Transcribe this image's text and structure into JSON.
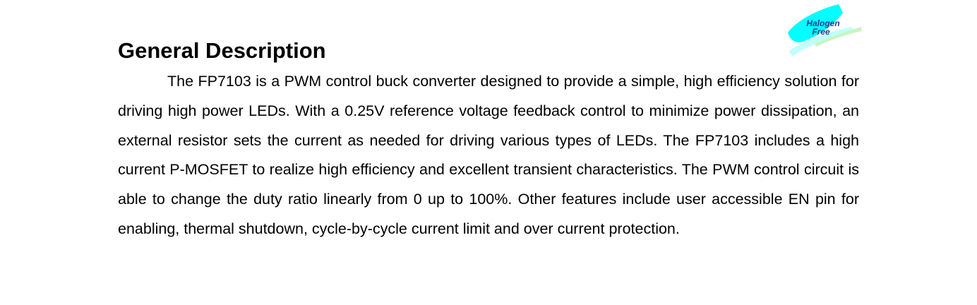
{
  "section": {
    "title": "General Description",
    "paragraph": "The FP7103 is a PWM control buck converter designed to provide a simple, high efficiency solution for driving high power LEDs. With a 0.25V reference voltage feedback control to minimize power dissipation, an external resistor sets the current as needed for driving various types of LEDs. The FP7103 includes a high current P-MOSFET to realize high efficiency and excellent transient characteristics. The PWM control circuit is able to change the duty ratio linearly from 0 up to 100%. Other features include user accessible EN pin for enabling, thermal shutdown, cycle-by-cycle current limit and over current protection."
  },
  "logo": {
    "line1": "Halogen",
    "line2": "Free",
    "colors": {
      "primary": "#00FFFF",
      "light": "#BFFFFF",
      "green": "#C8F5C0",
      "text": "#1F3F8F"
    }
  }
}
